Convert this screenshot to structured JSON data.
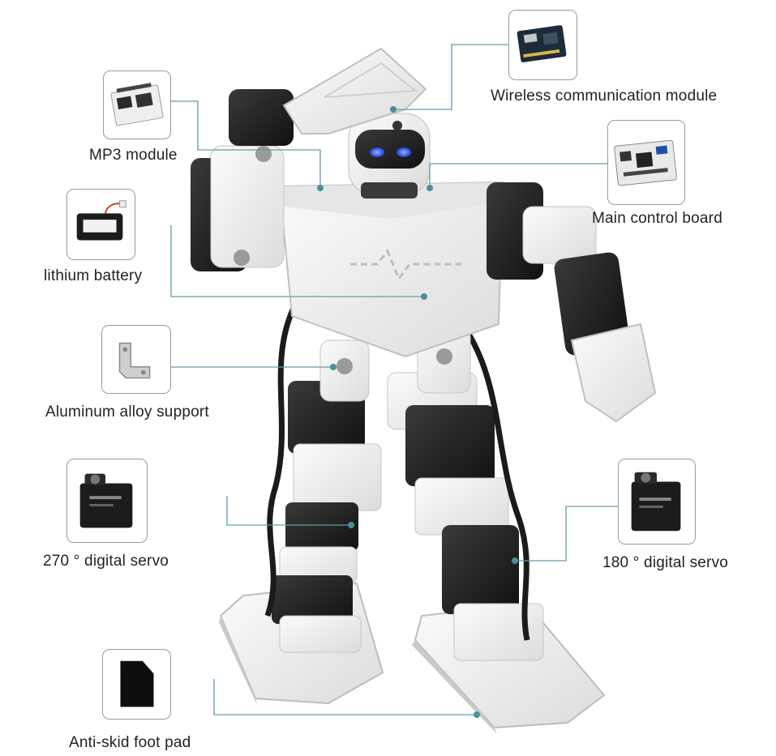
{
  "colors": {
    "leader_line": "#5f9ea8",
    "leader_dot": "#4a8f9b",
    "thumb_border": "#9a9a9a",
    "robot_white": "#f3f3f3",
    "robot_shadow": "#d6d6d6",
    "robot_dark": "#262626",
    "robot_eye": "#2a5cff",
    "label_text": "#222222"
  },
  "components": [
    {
      "id": "wireless",
      "label": "Wireless communication module",
      "icon": "wireless-module-icon"
    },
    {
      "id": "mp3",
      "label": "MP3 module",
      "icon": "mp3-module-icon"
    },
    {
      "id": "main-board",
      "label": "Main control board",
      "icon": "control-board-icon"
    },
    {
      "id": "battery",
      "label": "lithium battery",
      "icon": "battery-icon"
    },
    {
      "id": "bracket",
      "label": "Aluminum alloy support",
      "icon": "bracket-icon"
    },
    {
      "id": "servo-270",
      "label": "270 ° digital servo",
      "icon": "servo-icon"
    },
    {
      "id": "servo-180",
      "label": "180 ° digital servo",
      "icon": "servo-icon"
    },
    {
      "id": "foot-pad",
      "label": "Anti-skid foot pad",
      "icon": "foot-pad-icon"
    }
  ]
}
